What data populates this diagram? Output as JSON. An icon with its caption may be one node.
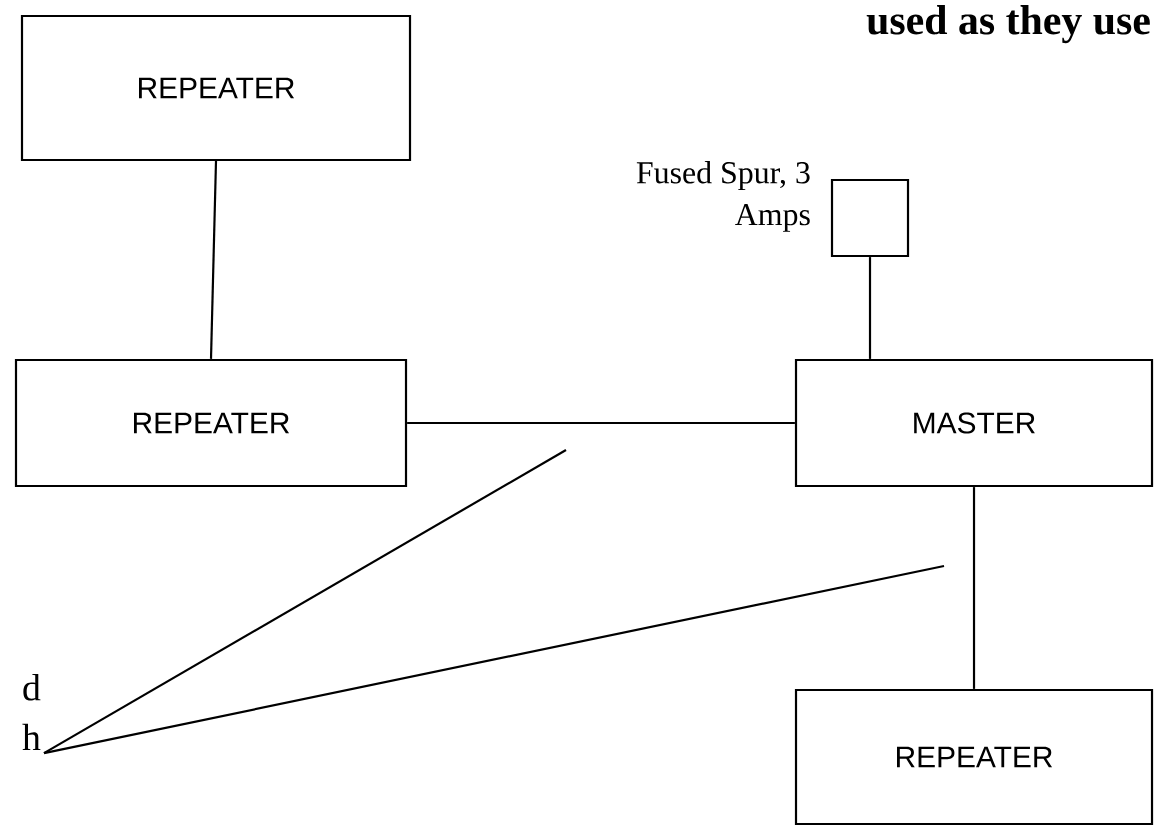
{
  "diagram": {
    "nodes": [
      {
        "text": [
          "REPEATER"
        ]
      },
      {
        "text": [
          "REPEATER"
        ]
      },
      {
        "text": [
          "MASTER"
        ]
      },
      {
        "text": [
          "REPEATER"
        ]
      },
      {
        "text": [],
        "shape": "box",
        "beside": [
          "Fused Spur, 3 Amps"
        ]
      },
      {
        "text": [
          "d h"
        ]
      }
    ],
    "edges": [
      {
        "from": 0,
        "to": 1,
        "arrow": "none"
      },
      {
        "from": 1,
        "to": 2,
        "arrow": "none"
      },
      {
        "from": 4,
        "to": 2,
        "arrow": "none"
      },
      {
        "from": 2,
        "to": 3,
        "arrow": "none"
      },
      {
        "from": 5,
        "to": null,
        "arrow": "none"
      },
      {
        "from": 5,
        "to": null,
        "arrow": "none"
      }
    ],
    "labels": [
      "used as they use"
    ]
  }
}
